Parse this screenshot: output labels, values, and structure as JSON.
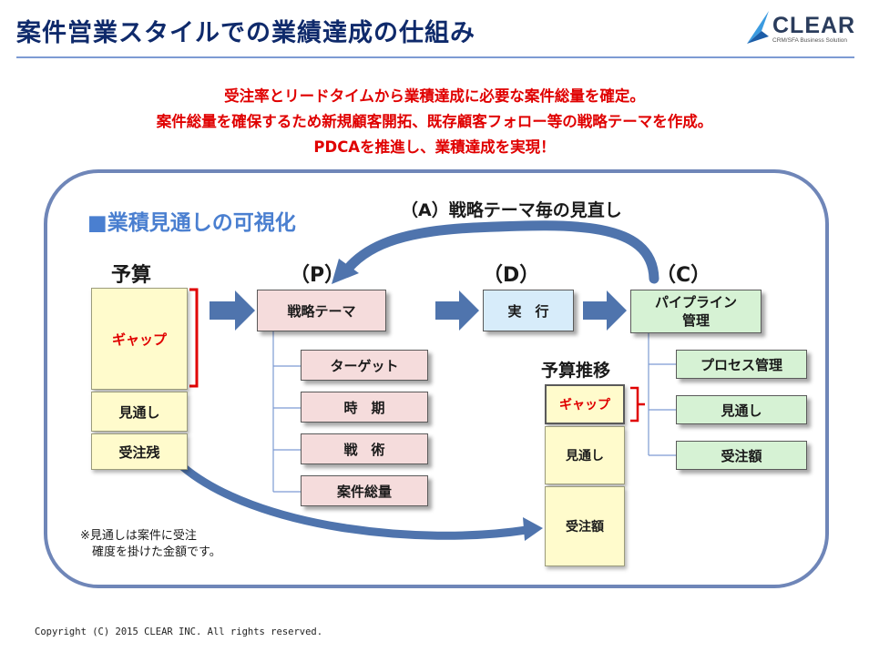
{
  "title": "案件営業スタイルでの業績達成の仕組み",
  "logo": {
    "name": "CLEAR",
    "tagline": "CRM/SFA Business Solution"
  },
  "headline": [
    "受注率とリードタイムから業積達成に必要な案件総量を確定。",
    "案件総量を確保するため新規顧客開拓、既存顧客フォロー等の戦略テーマを作成。",
    "PDCAを推進し、業積達成を実現！"
  ],
  "section_title": "■業積見通しの可視化",
  "cycle_label": "（A）戦略テーマ毎の見直し",
  "budget": {
    "label": "予算",
    "gap": "ギャップ",
    "forecast": "見通し",
    "remaining": "受注残"
  },
  "plan": {
    "label": "（P）",
    "box": "戦略テーマ",
    "items": [
      "ターゲット",
      "時　期",
      "戦　術",
      "案件総量"
    ]
  },
  "do": {
    "label": "（D）",
    "box": "実　行"
  },
  "check": {
    "label": "（C）",
    "box_line1": "パイプライン",
    "box_line2": "管理",
    "items": [
      "プロセス管理",
      "見通し",
      "受注額"
    ]
  },
  "transition": {
    "label": "予算推移",
    "gap": "ギャップ",
    "forecast": "見通し",
    "orders": "受注額"
  },
  "note": "※見通しは案件に受注\n　確度を掛けた金額です。",
  "copyright": "Copyright (C) 2015 CLEAR INC. All rights reserved.",
  "colors": {
    "title": "#0f2a6b",
    "headline": "#e00000",
    "panel_border": "#6f86b8",
    "section_title": "#4a7fd0",
    "arrow": "#4f74ad",
    "yellow": "#fffbcc",
    "pink": "#f5dcdc",
    "blue": "#d7ecfa",
    "green": "#d6f2d4",
    "gap_bracket": "#e00000"
  }
}
